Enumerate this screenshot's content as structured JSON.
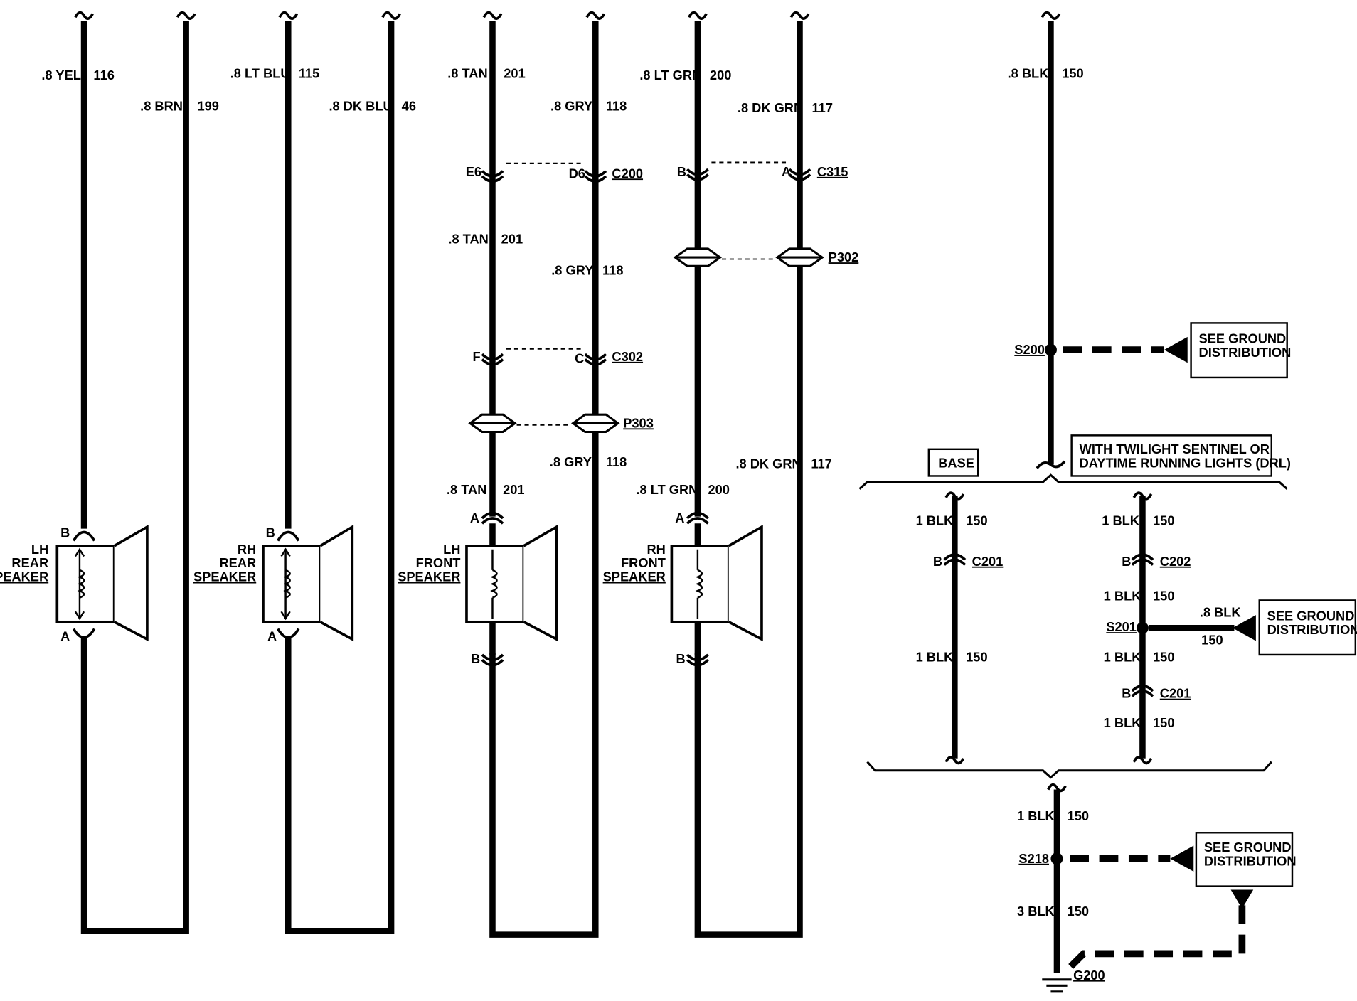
{
  "wires": {
    "lh_rear_a": {
      "label": ".8 YEL",
      "circuit": "116"
    },
    "lh_rear_b": {
      "label": ".8 BRN",
      "circuit": "199"
    },
    "rh_rear_a": {
      "label": ".8 LT BLU",
      "circuit": "115"
    },
    "rh_rear_b": {
      "label": ".8 DK BLU",
      "circuit": "46"
    },
    "lh_front_tan_top": {
      "label": ".8 TAN",
      "circuit": "201"
    },
    "lh_front_tan_mid": {
      "label": ".8 TAN",
      "circuit": "201"
    },
    "lh_front_tan_bot": {
      "label": ".8 TAN",
      "circuit": "201"
    },
    "lh_front_gry_top": {
      "label": ".8 GRY",
      "circuit": "118"
    },
    "lh_front_gry_mid": {
      "label": ".8 GRY",
      "circuit": "118"
    },
    "lh_front_gry_bot": {
      "label": ".8 GRY",
      "circuit": "118"
    },
    "rh_front_grn_top": {
      "label": ".8 LT GRN",
      "circuit": "200"
    },
    "rh_front_grn_bot": {
      "label": ".8 LT GRN",
      "circuit": "200"
    },
    "rh_front_dkgrn_top": {
      "label": ".8 DK GRN",
      "circuit": "117"
    },
    "rh_front_dkgrn_bot": {
      "label": ".8 DK GRN",
      "circuit": "117"
    },
    "ground_top": {
      "label": ".8 BLK",
      "circuit": "150"
    },
    "base_top": {
      "label": "1 BLK",
      "circuit": "150"
    },
    "base_bot": {
      "label": "1 BLK",
      "circuit": "150"
    },
    "drl_1": {
      "label": "1 BLK",
      "circuit": "150"
    },
    "drl_2": {
      "label": "1 BLK",
      "circuit": "150"
    },
    "drl_3": {
      "label": "1 BLK",
      "circuit": "150"
    },
    "drl_4": {
      "label": "1 BLK",
      "circuit": "150"
    },
    "s201_branch": {
      "label": ".8 BLK",
      "circuit": "150"
    },
    "ground_lower_1": {
      "label": "1 BLK",
      "circuit": "150"
    },
    "ground_lower_2": {
      "label": "3 BLK",
      "circuit": "150"
    }
  },
  "connectors": {
    "c200": {
      "id": "C200",
      "pin_left": "E6",
      "pin_right": "D6"
    },
    "c315": {
      "id": "C315",
      "pin_left": "B",
      "pin_right": "A"
    },
    "c302": {
      "id": "C302",
      "pin_left": "F",
      "pin_right": "C"
    },
    "p302": {
      "id": "P302"
    },
    "p303": {
      "id": "P303"
    },
    "c201_base": {
      "id": "C201",
      "pin": "B"
    },
    "c202": {
      "id": "C202",
      "pin": "B"
    },
    "c201_drl": {
      "id": "C201",
      "pin": "B"
    }
  },
  "splices": {
    "s200": "S200",
    "s201": "S201",
    "s218": "S218"
  },
  "ground": {
    "g200": "G200"
  },
  "speakers": {
    "lh_rear": {
      "line1": "LH",
      "line2": "REAR",
      "line3": "SPEAKER",
      "pin_top": "B",
      "pin_bottom": "A"
    },
    "rh_rear": {
      "line1": "RH",
      "line2": "REAR",
      "line3": "SPEAKER",
      "pin_top": "B",
      "pin_bottom": "A"
    },
    "lh_front": {
      "line1": "LH",
      "line2": "FRONT",
      "line3": "SPEAKER",
      "pin_top": "A",
      "pin_bottom": "B"
    },
    "rh_front": {
      "line1": "RH",
      "line2": "FRONT",
      "line3": "SPEAKER",
      "pin_top": "A",
      "pin_bottom": "B"
    }
  },
  "notes": {
    "see_ground_1": {
      "line1": "SEE GROUND",
      "line2": "DISTRIBUTION"
    },
    "see_ground_2": {
      "line1": "SEE GROUND",
      "line2": "DISTRIBUTION"
    },
    "see_ground_3": {
      "line1": "SEE GROUND",
      "line2": "DISTRIBUTION"
    },
    "base": "BASE",
    "option_line1": "WITH TWILIGHT SENTINEL OR",
    "option_line2": "DAYTIME RUNNING LIGHTS (DRL)"
  }
}
